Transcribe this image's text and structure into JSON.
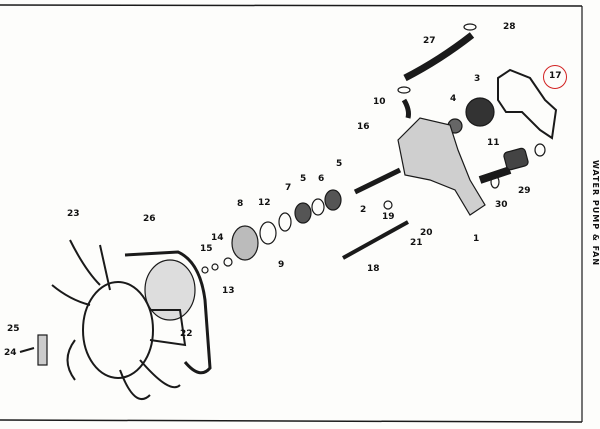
{
  "title": "WATER PUMP & FAN",
  "highlight_color": "#d22222",
  "highlighted_part": "17",
  "labels": {
    "l28": "28",
    "l27": "27",
    "l17": "17",
    "l3": "3",
    "l10": "10",
    "l4": "4",
    "l16": "16",
    "l11": "11",
    "l5a": "5",
    "l5b": "5",
    "l6": "6",
    "l7": "7",
    "l2": "2",
    "l19": "19",
    "l20": "20",
    "l21": "21",
    "l1": "1",
    "l30": "30",
    "l29": "29",
    "l18": "18",
    "l8": "8",
    "l12": "12",
    "l9": "9",
    "l14": "14",
    "l15": "15",
    "l13": "13",
    "l23": "23",
    "l26": "26",
    "l22": "22",
    "l25": "25",
    "l24": "24"
  }
}
